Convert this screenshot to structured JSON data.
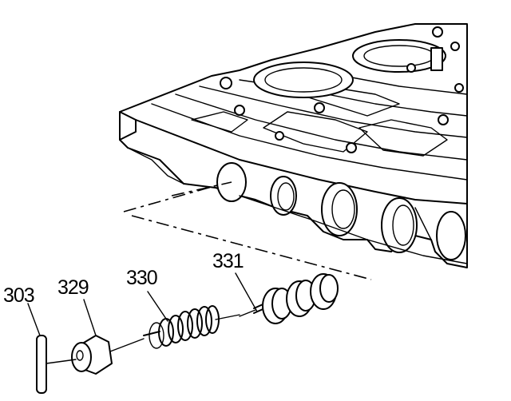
{
  "callouts": [
    {
      "id": "303",
      "label": "303"
    },
    {
      "id": "329",
      "label": "329"
    },
    {
      "id": "330",
      "label": "330"
    },
    {
      "id": "331",
      "label": "331"
    }
  ],
  "colors": {
    "line": "#000000",
    "background": "#ffffff"
  }
}
